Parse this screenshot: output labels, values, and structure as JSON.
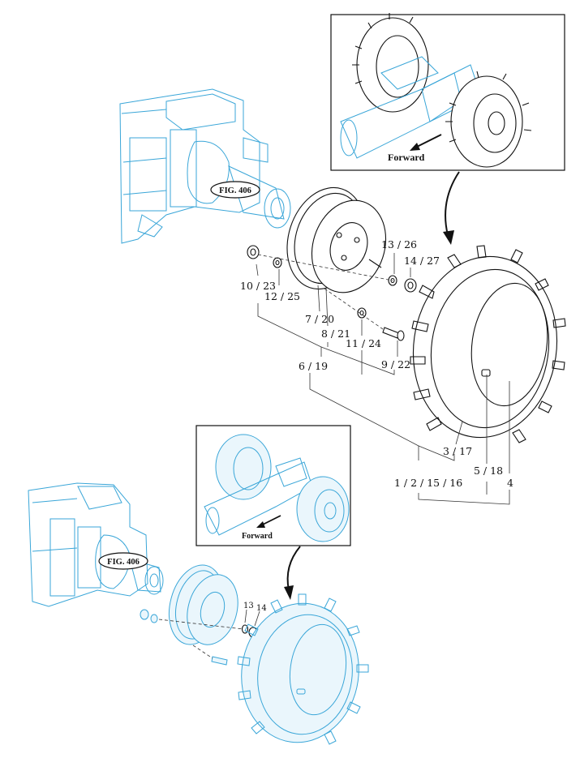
{
  "top": {
    "fig_ref": "FIG. 406",
    "inset_label": "Forward",
    "callouts": {
      "c1": "10 / 23",
      "c2": "12 / 25",
      "c3": "13 / 26",
      "c4": "14 / 27",
      "c5": "7 / 20",
      "c6": "8 / 21",
      "c7": "11 / 24",
      "c8": "9 / 22",
      "c9": "6 / 19",
      "c10": "3 / 17",
      "c11": "5 / 18",
      "c12": "1 / 2 / 15 / 16",
      "c13": "4"
    }
  },
  "bottom": {
    "fig_ref": "FIG. 406",
    "inset_label": "Forward",
    "callouts": {
      "c1": "13",
      "c2": "14"
    }
  },
  "colors": {
    "axle_line": "#3aa6d8",
    "part_line": "#111111"
  }
}
